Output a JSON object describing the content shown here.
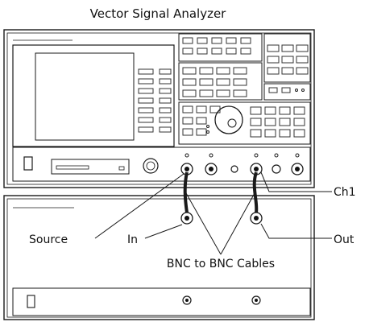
{
  "title": "Vector Signal Analyzer",
  "labels": {
    "ch1": "Ch1",
    "source": "Source",
    "in": "In",
    "out": "Out",
    "cables": "BNC to BNC Cables"
  },
  "colors": {
    "line": "#1a1a1a",
    "panel_fill": "#ffffff",
    "screen_fill": "#ffffff"
  }
}
